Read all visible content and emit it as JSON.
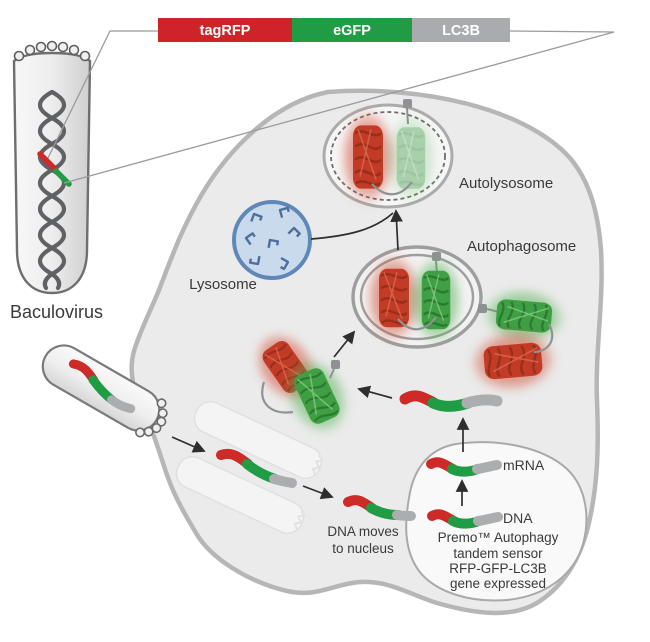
{
  "palette": {
    "red": "#cd2a28",
    "green": "#1f9c44",
    "gray": "#abadaf",
    "cell-fill": "#ebebeb",
    "cell-border": "#b6b6b6",
    "nucleus-fill": "#f9f9f9",
    "nucleus-border": "#a9a9a9",
    "lysosome-fill": "#c9daed",
    "lysosome-border": "#5f88b7",
    "lysosome-particle": "#4e6f9d",
    "vesicle-ring": "#9e9e9e",
    "text": "#3a3a3a",
    "arrow": "#2e2e2e"
  },
  "construct": {
    "segments": [
      {
        "label": "tagRFP",
        "color": "#ce2429"
      },
      {
        "label": "eGFP",
        "color": "#1f9c44"
      },
      {
        "label": "LC3B",
        "color": "#a9abae"
      }
    ]
  },
  "labels": {
    "baculovirus": "Baculovirus",
    "lysosome": "Lysosome",
    "autolysosome": "Autolysosome",
    "autophagosome": "Autophagosome",
    "mrna": "mRNA",
    "dna": "DNA",
    "dna_moves_line1": "DNA moves",
    "dna_moves_line2": "to nucleus",
    "nucleus_caption_line1": "Premo™ Autophagy",
    "nucleus_caption_line2": "tandem sensor",
    "nucleus_caption_line3": "RFP-GFP-LC3B",
    "nucleus_caption_line4": "gene expressed"
  }
}
